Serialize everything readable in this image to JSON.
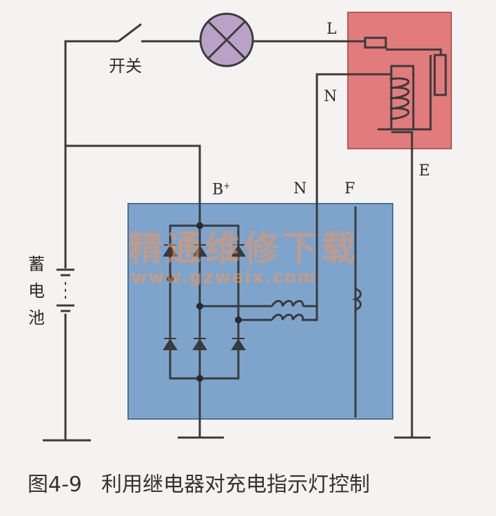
{
  "labels": {
    "L": "L",
    "N_relay": "N",
    "E": "E",
    "B_plus": "B",
    "B_sup": "+",
    "N_gen": "N",
    "F": "F",
    "switch": "开关",
    "battery": [
      "蓄",
      "电",
      "池"
    ]
  },
  "watermark": {
    "cn": "精通维修下载",
    "url": "www.gzweix.com"
  },
  "caption": {
    "figure_no": "图4-9",
    "title": "利用继电器对充电指示灯控制"
  },
  "colors": {
    "relay_box": "#e27c7c",
    "generator_box": "#7ea4cc",
    "lamp": "#b9a1c8",
    "wire": "#3a3a3a"
  }
}
